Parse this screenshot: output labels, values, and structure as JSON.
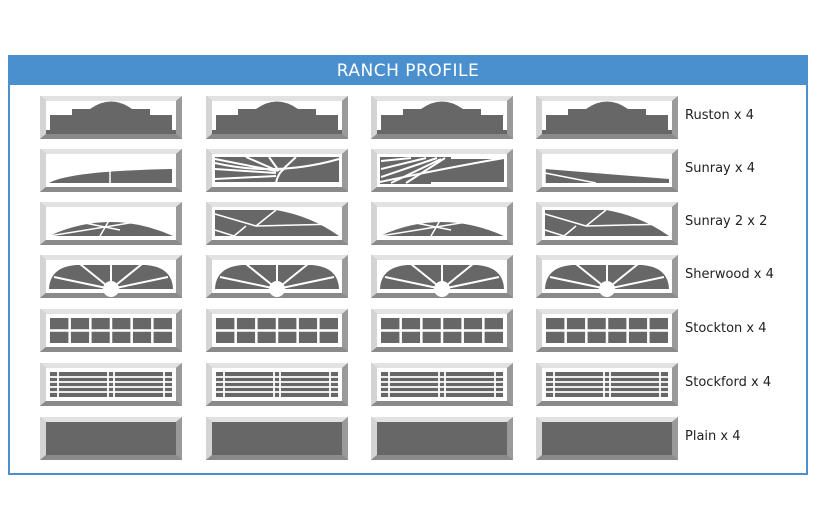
{
  "title": "RANCH PROFILE",
  "colors": {
    "accent": "#4a90cf",
    "glass": "#676767",
    "frame_light": "#c9c9c9",
    "frame_dark": "#7a7a7a"
  },
  "rows": [
    {
      "label": "Ruston x 4",
      "style": "ruston"
    },
    {
      "label": "Sunray x 4",
      "style": "sunray"
    },
    {
      "label": "Sunray 2 x 2",
      "style": "sunray2"
    },
    {
      "label": "Sherwood x 4",
      "style": "sherwood"
    },
    {
      "label": "Stockton x 4",
      "style": "stockton"
    },
    {
      "label": "Stockford x 4",
      "style": "stockford"
    },
    {
      "label": "Plain x 4",
      "style": "plain"
    }
  ]
}
